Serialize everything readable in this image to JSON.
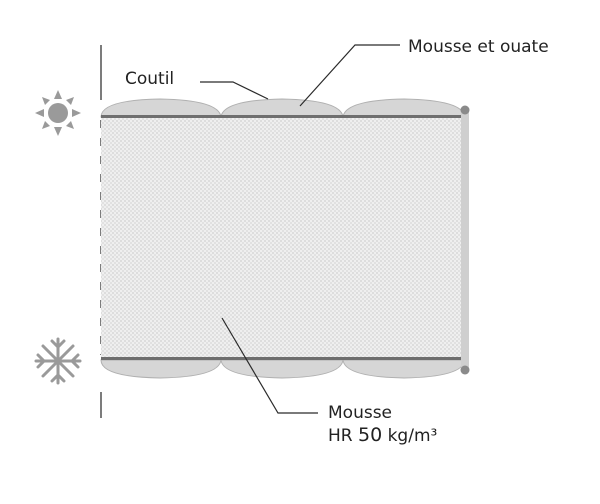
{
  "labels": {
    "ticking": "Coutil",
    "top_layer": "Mousse et ouate",
    "core_line1": "Mousse",
    "core_line2_prefix": "HR ",
    "core_density_value": "50",
    "core_density_unit": " kg/m³"
  },
  "icons": {
    "summer_side": "sun-icon",
    "winter_side": "snowflake-icon"
  },
  "colors": {
    "background": "#ffffff",
    "foam_fill": "#efefef",
    "foam_dots": "#b8b8b8",
    "cushion_fill": "#d6d6d6",
    "border_dark": "#6e6e6e",
    "icon_gray": "#9a9a9a",
    "leader_line": "#2b2b2b",
    "text": "#222222"
  }
}
